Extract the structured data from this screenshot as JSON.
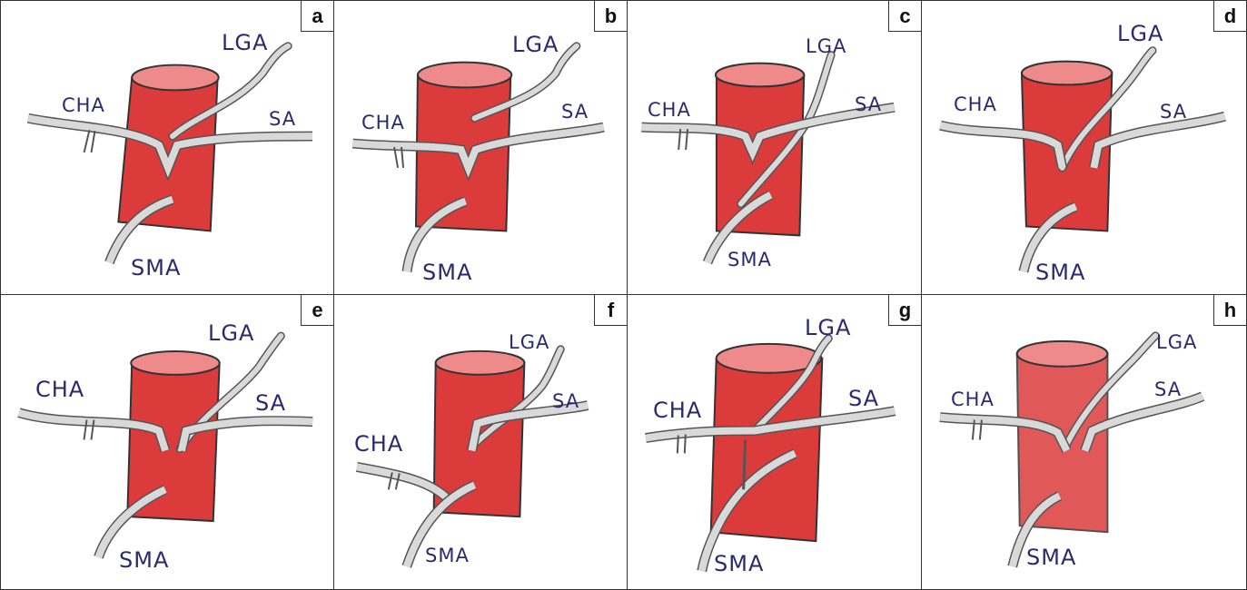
{
  "panels": [
    {
      "letter": "a",
      "labels": {
        "lga": "LGA",
        "cha": "CHA",
        "sa": "SA",
        "sma": "SMA"
      }
    },
    {
      "letter": "b",
      "labels": {
        "lga": "LGA",
        "cha": "CHA",
        "sa": "SA",
        "sma": "SMA"
      }
    },
    {
      "letter": "c",
      "labels": {
        "lga": "LGA",
        "cha": "CHA",
        "sa": "SA",
        "sma": "SMA"
      }
    },
    {
      "letter": "d",
      "labels": {
        "lga": "LGA",
        "cha": "CHA",
        "sa": "SA",
        "sma": "SMA"
      }
    },
    {
      "letter": "e",
      "labels": {
        "lga": "LGA",
        "cha": "CHA",
        "sa": "SA",
        "sma": "SMA"
      }
    },
    {
      "letter": "f",
      "labels": {
        "lga": "LGA",
        "cha": "CHA",
        "sa": "SA",
        "sma": "SMA"
      }
    },
    {
      "letter": "g",
      "labels": {
        "lga": "LGA",
        "cha": "CHA",
        "sa": "SA",
        "sma": "SMA"
      }
    },
    {
      "letter": "h",
      "labels": {
        "lga": "LGA",
        "cha": "CHA",
        "sa": "SA",
        "sma": "SMA"
      }
    }
  ],
  "colors": {
    "aorta_fill": "#dc3b3b",
    "aorta_top": "#ee8a8a",
    "vessel_fill": "#d9d9d9",
    "vessel_stroke": "#555555",
    "label": "#2b2a6e"
  }
}
